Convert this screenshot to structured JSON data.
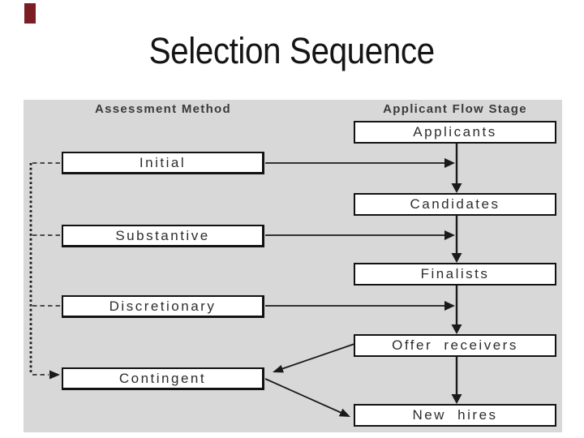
{
  "slide": {
    "title": "Selection Sequence",
    "accent_color": "#7a1e24",
    "background_color": "#ffffff"
  },
  "diagram": {
    "panel_color": "#d8d8d8",
    "line_color": "#1a1a1a",
    "box_border_color": "#121212",
    "left_column": {
      "header": "Assessment Method",
      "boxes": [
        "Initial",
        "Substantive",
        "Discretionary",
        "Contingent"
      ]
    },
    "right_column": {
      "header": "Applicant Flow Stage",
      "boxes": [
        "Applicants",
        "Candidates",
        "Finalists",
        "Offer receivers",
        "New hires"
      ]
    }
  }
}
